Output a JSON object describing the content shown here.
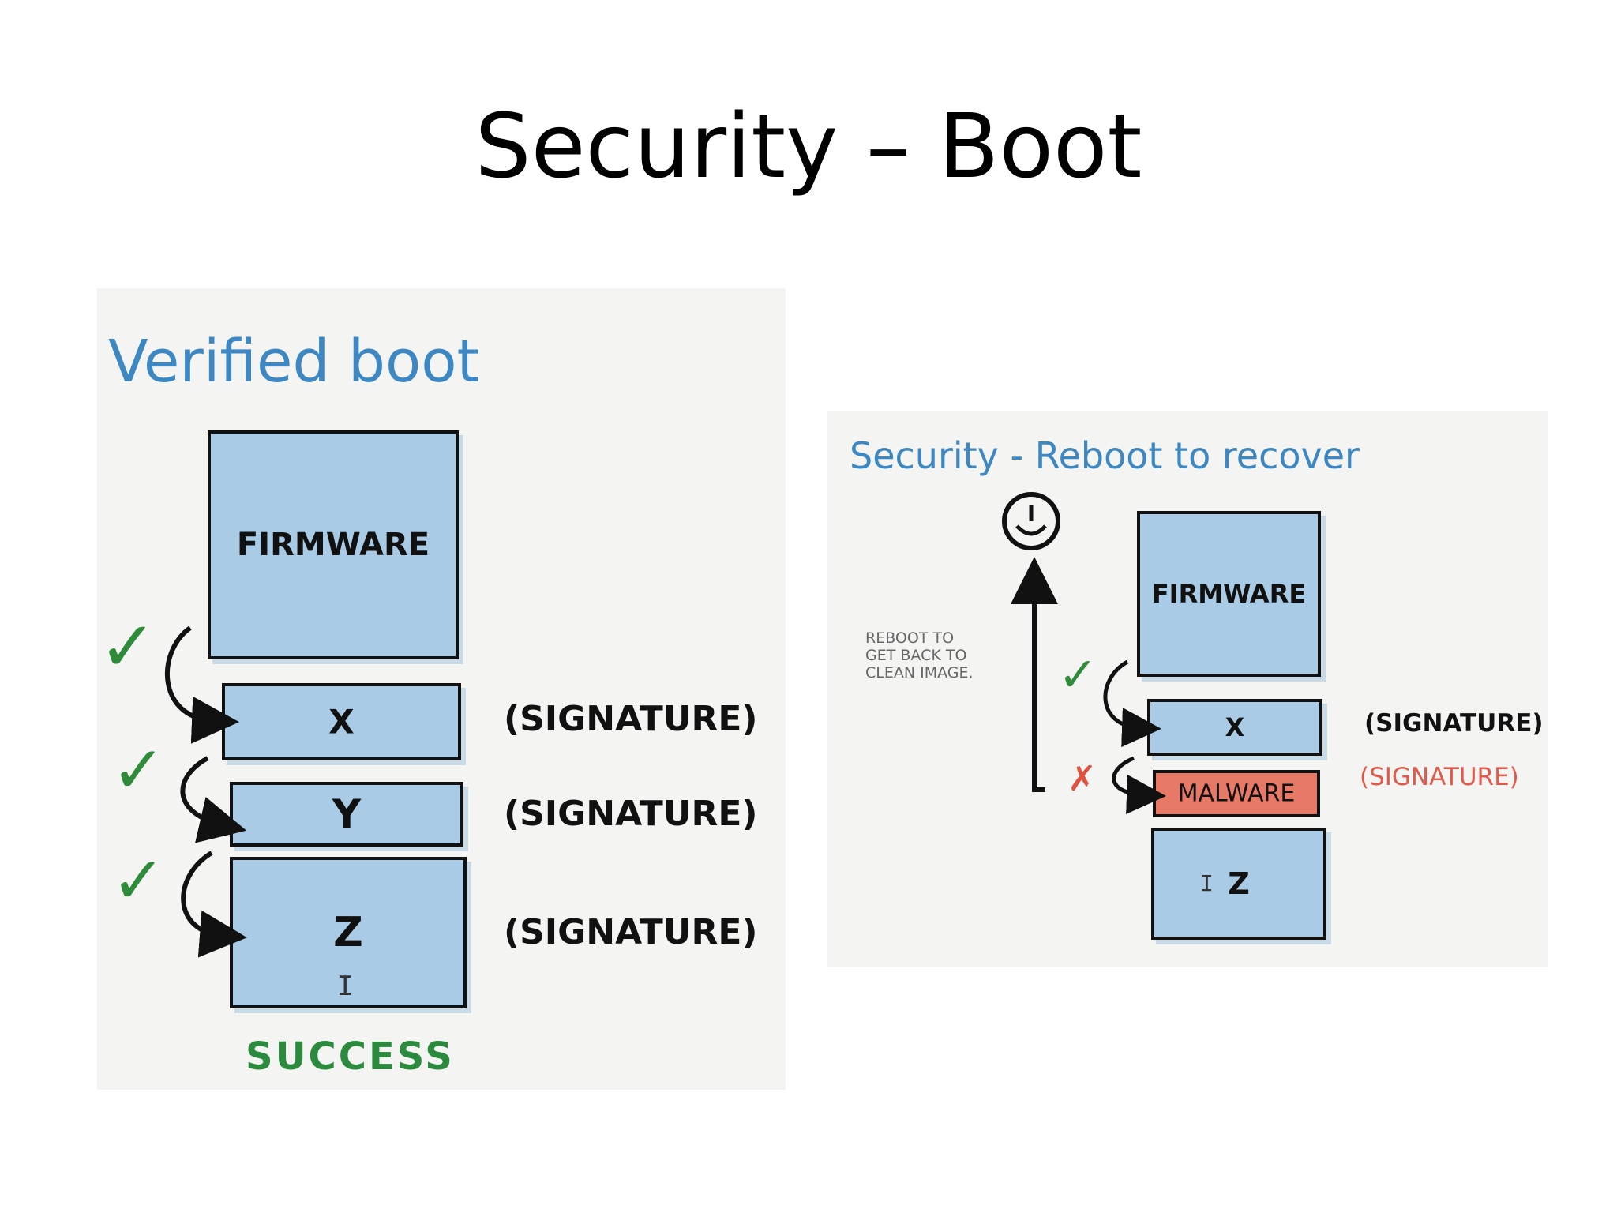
{
  "slide": {
    "title": "Security – Boot"
  },
  "left_panel": {
    "title": "Verified boot",
    "blocks": [
      "FIRMWARE",
      "X",
      "Y",
      "Z"
    ],
    "signature_label": "(SIGNATURE)",
    "result": "SUCCESS"
  },
  "right_panel": {
    "title": "Security - Reboot to recover",
    "blocks": [
      "FIRMWARE",
      "X",
      "MALWARE",
      "Z"
    ],
    "signature_label": "(SIGNATURE)",
    "note": "REBOOT TO\nGET BACK TO\nCLEAN IMAGE."
  },
  "colors": {
    "title_blue": "#3d87c2",
    "box_blue": "#a9cbe5",
    "malware_red": "#e77a66",
    "check_green": "#2e8b3a"
  },
  "icons": [
    "check-icon",
    "cross-icon",
    "smiley-icon",
    "arrow-icon",
    "text-cursor-icon"
  ]
}
